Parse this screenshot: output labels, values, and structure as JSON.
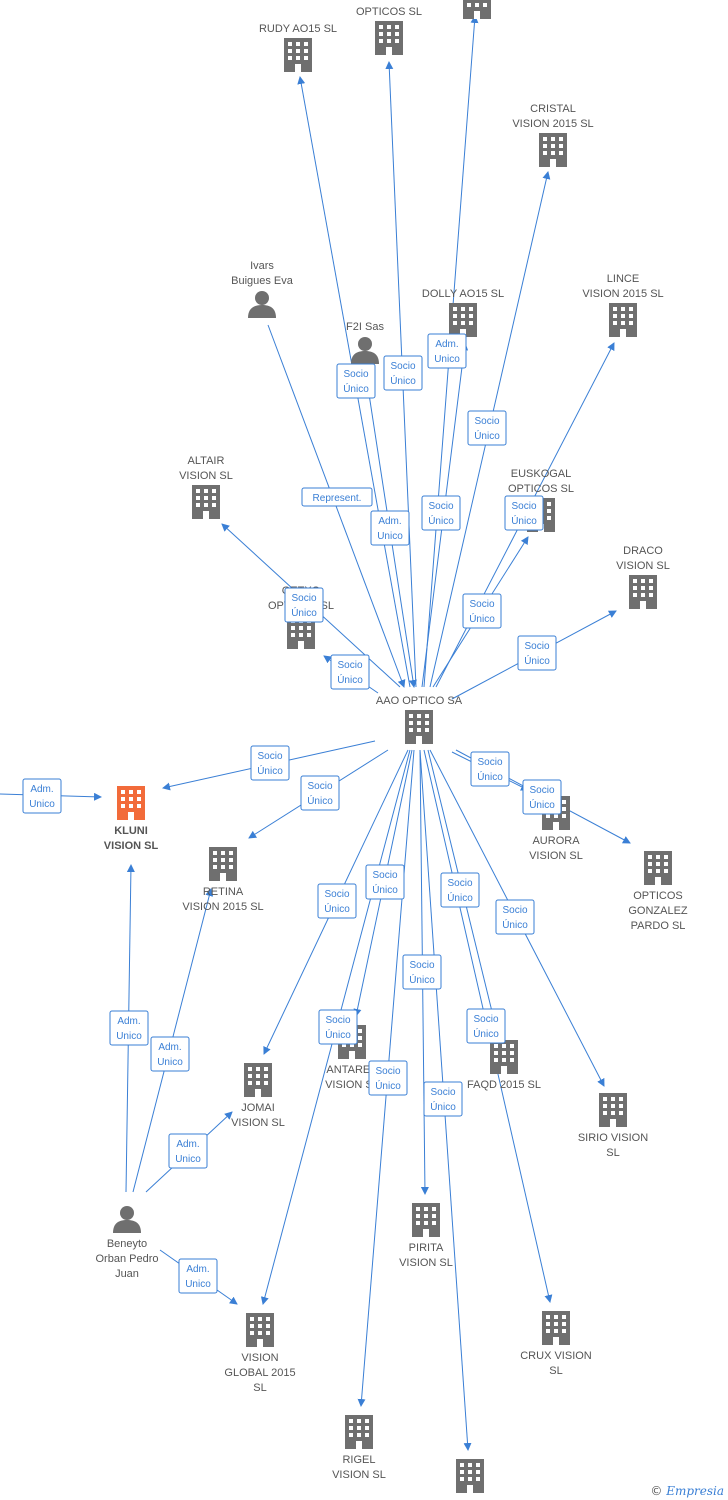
{
  "nodes": [
    {
      "id": "opticos-top",
      "type": "company",
      "lines": [
        "OPTICOS  SL"
      ],
      "label_above": true
    },
    {
      "id": "top-right-bldg",
      "type": "company",
      "lines": []
    },
    {
      "id": "rudy",
      "type": "company",
      "lines": [
        "RUDY AO15  SL"
      ],
      "label_above": true
    },
    {
      "id": "cristal",
      "type": "company",
      "lines": [
        "CRISTAL",
        "VISION 2015  SL"
      ],
      "label_above": true
    },
    {
      "id": "ivars",
      "type": "person",
      "lines": [
        "Ivars",
        "Buigues Eva"
      ],
      "label_above": true
    },
    {
      "id": "f2i",
      "type": "person",
      "lines": [
        "F2I Sas"
      ],
      "label_above": true
    },
    {
      "id": "dolly",
      "type": "company",
      "lines": [
        "DOLLY AO15  SL"
      ],
      "label_above": true
    },
    {
      "id": "lince",
      "type": "company",
      "lines": [
        "LINCE",
        "VISION 2015  SL"
      ],
      "label_above": true
    },
    {
      "id": "altair",
      "type": "company",
      "lines": [
        "ALTAIR",
        "VISION  SL"
      ],
      "label_above": true
    },
    {
      "id": "euskogal",
      "type": "company",
      "lines": [
        "EUSKOGAL",
        "OPTICOS  SL"
      ],
      "label_above": true
    },
    {
      "id": "getxo",
      "type": "company",
      "lines": [
        "GETXO",
        "OPTICOS  SL"
      ],
      "label_above": true
    },
    {
      "id": "draco",
      "type": "company",
      "lines": [
        "DRACO",
        "VISION  SL"
      ],
      "label_above": true
    },
    {
      "id": "aao",
      "type": "company",
      "lines": [
        "AAO OPTICO SA"
      ],
      "label_above": true
    },
    {
      "id": "kluni",
      "type": "company",
      "focus": true,
      "lines": [
        "KLUNI",
        "VISION  SL"
      ],
      "label_above": false
    },
    {
      "id": "retina",
      "type": "company",
      "lines": [
        "RETINA",
        "VISION 2015  SL"
      ],
      "label_above": false
    },
    {
      "id": "aurora",
      "type": "company",
      "lines": [
        "AURORA",
        "VISION  SL"
      ],
      "label_above": false
    },
    {
      "id": "gonzalez",
      "type": "company",
      "lines": [
        "OPTICOS",
        "GONZALEZ",
        "PARDO  SL"
      ],
      "label_above": false
    },
    {
      "id": "jomai",
      "type": "company",
      "lines": [
        "JOMAI",
        "VISION  SL"
      ],
      "label_above": false
    },
    {
      "id": "antares",
      "type": "company",
      "lines": [
        "ANTARES",
        "VISION  SL"
      ],
      "label_above": false
    },
    {
      "id": "faqd",
      "type": "company",
      "lines": [
        "FAQD 2015  SL"
      ],
      "label_above": false
    },
    {
      "id": "sirio",
      "type": "company",
      "lines": [
        "SIRIO VISION",
        "SL"
      ],
      "label_above": false
    },
    {
      "id": "beneyto",
      "type": "person",
      "lines": [
        "Beneyto",
        "Orban Pedro",
        "Juan"
      ],
      "label_above": false
    },
    {
      "id": "pirita",
      "type": "company",
      "lines": [
        "PIRITA",
        "VISION  SL"
      ],
      "label_above": false
    },
    {
      "id": "crux",
      "type": "company",
      "lines": [
        "CRUX VISION",
        "SL"
      ],
      "label_above": false
    },
    {
      "id": "vglobal",
      "type": "company",
      "lines": [
        "VISION",
        "GLOBAL 2015",
        "SL"
      ],
      "label_above": false
    },
    {
      "id": "rigel",
      "type": "company",
      "lines": [
        "RIGEL",
        "VISION  SL"
      ],
      "label_above": false
    },
    {
      "id": "bottom-bldg",
      "type": "company",
      "lines": []
    }
  ],
  "edges": [
    {
      "from": "aao",
      "to": "opticos-top",
      "label": [
        "Socio",
        "Único"
      ]
    },
    {
      "from": "aao",
      "to": "top-right-bldg",
      "label": [
        "Socio",
        "Único"
      ]
    },
    {
      "from": "aao",
      "to": "rudy",
      "label": [
        "Socio",
        "Único"
      ]
    },
    {
      "from": "aao",
      "to": "cristal",
      "label": [
        "Socio",
        "Único"
      ]
    },
    {
      "from": "ivars",
      "to": "aao",
      "label": [
        "Represent."
      ]
    },
    {
      "from": "f2i",
      "to": "aao",
      "label": [
        "Adm.",
        "Unico"
      ]
    },
    {
      "from": "aao",
      "to": "dolly",
      "label": [
        "Adm.",
        "Unico"
      ]
    },
    {
      "from": "aao",
      "to": "lince",
      "label": [
        "Socio",
        "Único"
      ]
    },
    {
      "from": "aao",
      "to": "altair",
      "label": [
        "Socio",
        "Único"
      ]
    },
    {
      "from": "aao",
      "to": "euskogal",
      "label": [
        "Socio",
        "Único"
      ]
    },
    {
      "from": "aao",
      "to": "getxo",
      "label": [
        "Socio",
        "Único"
      ]
    },
    {
      "from": "aao",
      "to": "draco",
      "label": [
        "Socio",
        "Único"
      ]
    },
    {
      "from": "aao",
      "to": "kluni",
      "label": [
        "Socio",
        "Único"
      ]
    },
    {
      "from": "aao",
      "to": "retina",
      "label": [
        "Socio",
        "Único"
      ]
    },
    {
      "from": "aao",
      "to": "aurora",
      "label": [
        "Socio",
        "Único"
      ]
    },
    {
      "from": "aao",
      "to": "gonzalez",
      "label": [
        "Socio",
        "Único"
      ]
    },
    {
      "from": "aao",
      "to": "jomai",
      "label": [
        "Socio",
        "Único"
      ]
    },
    {
      "from": "aao",
      "to": "antares",
      "label": [
        "Socio",
        "Único"
      ]
    },
    {
      "from": "aao",
      "to": "faqd",
      "label": [
        "Socio",
        "Único"
      ]
    },
    {
      "from": "aao",
      "to": "sirio",
      "label": [
        "Socio",
        "Único"
      ]
    },
    {
      "from": "aao",
      "to": "pirita",
      "label": [
        "Socio",
        "Único"
      ]
    },
    {
      "from": "aao",
      "to": "crux",
      "label": [
        "Socio",
        "Único"
      ]
    },
    {
      "from": "aao",
      "to": "vglobal",
      "label": [
        "Socio",
        "Único"
      ]
    },
    {
      "from": "aao",
      "to": "rigel",
      "label": [
        "Socio",
        "Único"
      ]
    },
    {
      "from": "aao",
      "to": "bottom-bldg",
      "label": [
        "Socio",
        "Único"
      ]
    },
    {
      "from": "offscreen-left",
      "to": "kluni",
      "label": [
        "Adm.",
        "Unico"
      ]
    },
    {
      "from": "beneyto",
      "to": "kluni",
      "label": [
        "Adm.",
        "Unico"
      ]
    },
    {
      "from": "beneyto",
      "to": "retina",
      "label": [
        "Adm.",
        "Unico"
      ]
    },
    {
      "from": "beneyto",
      "to": "jomai",
      "label": [
        "Adm.",
        "Unico"
      ]
    },
    {
      "from": "beneyto",
      "to": "vglobal",
      "label": [
        "Adm.",
        "Unico"
      ]
    }
  ],
  "watermark": {
    "copyright": "©",
    "brand": "Empresia"
  },
  "colors": {
    "edge": "#3a7fd5",
    "node": "#6f6f6f",
    "focus": "#f26b3a",
    "text": "#555555"
  }
}
